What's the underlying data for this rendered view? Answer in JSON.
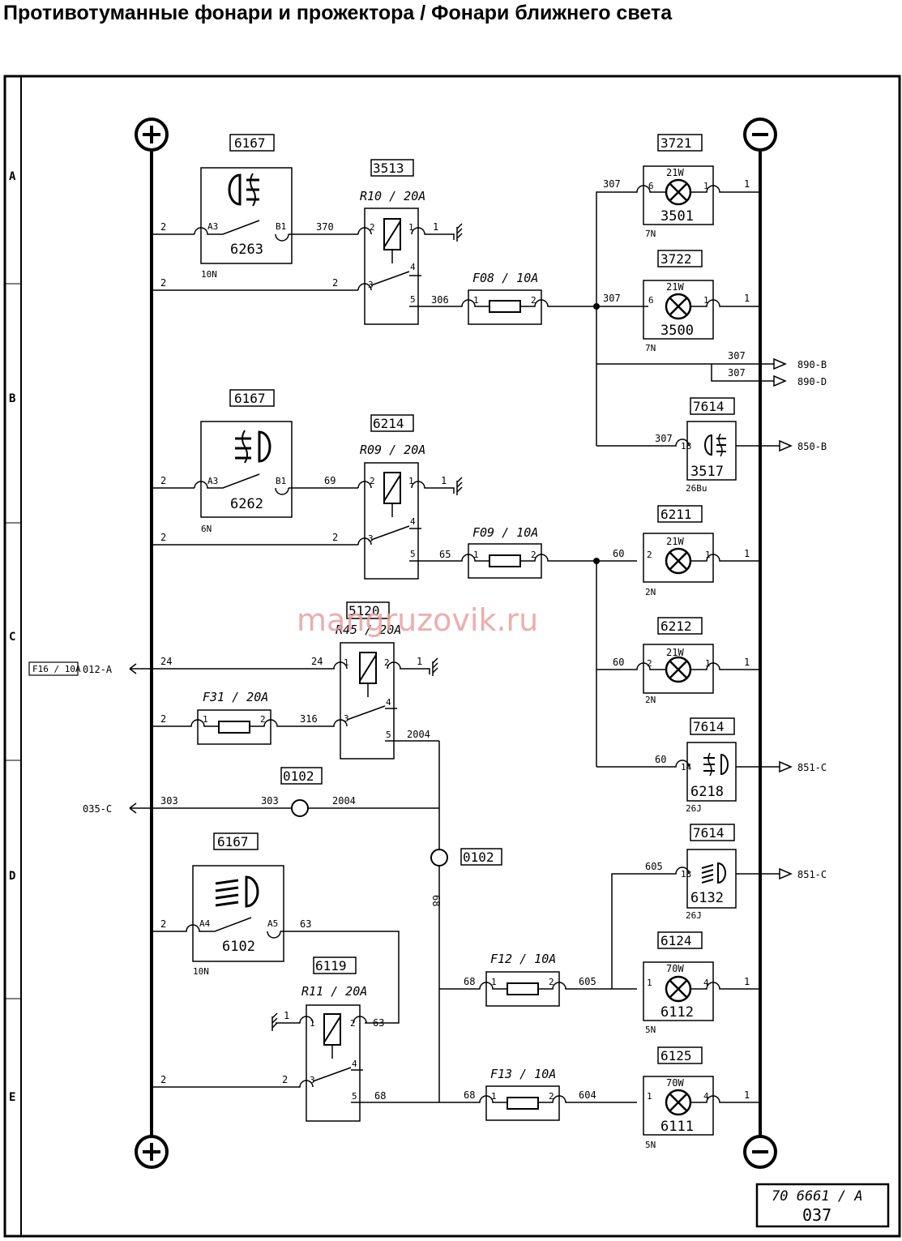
{
  "title": "Противотуманные фонари и прожектора / Фонари ближнего света",
  "watermark": "mangruzovik.ru",
  "zones": [
    "A",
    "B",
    "C",
    "D",
    "E"
  ],
  "rails": {
    "plus": "+",
    "minus": "−"
  },
  "switches": [
    {
      "code": "6167",
      "id": "6263",
      "pin_in": "A3",
      "pin_out": "B1",
      "conn": "10N",
      "wire_in": "2",
      "wire_out": "370"
    },
    {
      "code": "6167",
      "id": "6262",
      "pin_in": "A3",
      "pin_out": "B1",
      "conn": "6N",
      "wire_in": "2",
      "wire_out": "69"
    },
    {
      "code": "6167",
      "id": "6102",
      "pin_in": "A4",
      "pin_out": "A5",
      "conn": "10N",
      "wire_in": "2",
      "wire_out": "63"
    }
  ],
  "relays": [
    {
      "code": "3513",
      "rating": "R10 / 20A",
      "pins": [
        "2",
        "1",
        "3",
        "4",
        "5"
      ],
      "wire_coil": "370",
      "wire_gnd": "1",
      "wire_in": "2",
      "wire_out": "306"
    },
    {
      "code": "6214",
      "rating": "R09 / 20A",
      "pins": [
        "2",
        "1",
        "3",
        "4",
        "5"
      ],
      "wire_coil": "69",
      "wire_gnd": "1",
      "wire_in": "2",
      "wire_out": "65"
    },
    {
      "code": "5120",
      "rating": "R45 / 20A",
      "pins": [
        "1",
        "2",
        "3",
        "4",
        "5"
      ],
      "wire_coil": "24",
      "wire_gnd": "1",
      "wire_in": "316",
      "wire_out": "2004"
    },
    {
      "code": "6119",
      "rating": "R11 / 20A",
      "pins": [
        "1",
        "2",
        "3",
        "4",
        "5"
      ],
      "wire_coil": "63",
      "wire_gnd": "1",
      "wire_in": "2",
      "wire_out": "68"
    }
  ],
  "fuses": [
    {
      "code": "F08 / 10A",
      "pin_a": "1",
      "pin_b": "2"
    },
    {
      "code": "F09 / 10A",
      "pin_a": "1",
      "pin_b": "2"
    },
    {
      "code": "F31 / 20A",
      "pin_a": "1",
      "pin_b": "2"
    },
    {
      "code": "F12 / 10A",
      "pin_a": "1",
      "pin_b": "2"
    },
    {
      "code": "F13 / 10A",
      "pin_a": "1",
      "pin_b": "2"
    }
  ],
  "lamps": [
    {
      "code": "3721",
      "power": "21W",
      "id": "3501",
      "pin_a": "6",
      "pin_b": "1",
      "conn": "7N",
      "wire_in": "307",
      "wire_out": "1"
    },
    {
      "code": "3722",
      "power": "21W",
      "id": "3500",
      "pin_a": "6",
      "pin_b": "1",
      "conn": "7N",
      "wire_in": "307",
      "wire_out": "1"
    },
    {
      "code": "6211",
      "power": "21W",
      "id": "",
      "pin_a": "2",
      "pin_b": "1",
      "conn": "2N",
      "wire_in": "60",
      "wire_out": "1"
    },
    {
      "code": "6212",
      "power": "21W",
      "id": "",
      "pin_a": "2",
      "pin_b": "1",
      "conn": "2N",
      "wire_in": "60",
      "wire_out": "1"
    },
    {
      "code": "6124",
      "power": "70W",
      "id": "6112",
      "pin_a": "1",
      "pin_b": "4",
      "conn": "5N",
      "wire_in": "605",
      "wire_out": "1"
    },
    {
      "code": "6125",
      "power": "70W",
      "id": "6111",
      "pin_a": "1",
      "pin_b": "4",
      "conn": "5N",
      "wire_in": "604",
      "wire_out": "1"
    }
  ],
  "indicators": [
    {
      "code": "7614",
      "id": "3517",
      "pin": "18",
      "conn": "26Bu",
      "wire": "307",
      "target": "850-B"
    },
    {
      "code": "7614",
      "id": "6218",
      "pin": "14",
      "conn": "26J",
      "wire": "60",
      "target": "851-C"
    },
    {
      "code": "7614",
      "id": "6132",
      "pin": "13",
      "conn": "26J",
      "wire": "605",
      "target": "851-C"
    }
  ],
  "outputs": [
    {
      "wire": "307",
      "target": "890-B"
    },
    {
      "wire": "307",
      "target": "890-D"
    }
  ],
  "splices": [
    {
      "code": "0102",
      "wire_left": "303",
      "wire_right": "2004"
    },
    {
      "code": "0102",
      "wire": "68"
    }
  ],
  "left_refs": [
    {
      "fuse": "F16 / 10A",
      "target": "012-A",
      "wire": "24"
    },
    {
      "target": "035-C",
      "wire": "303"
    }
  ],
  "misc_wires": {
    "w2": "2",
    "w24": "24",
    "w68": "68",
    "w2004": "2004",
    "w603": "63"
  },
  "stamp": {
    "line1": "70 6661 / A",
    "line2": "037"
  }
}
